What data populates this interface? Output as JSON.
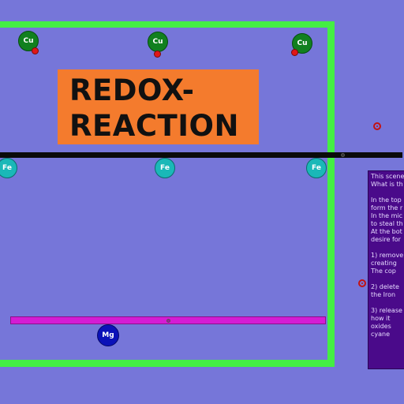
{
  "scene": {
    "title_line1": "REDOX-",
    "title_line2": "REACTION"
  },
  "atoms": {
    "cu_label": "Cu",
    "fe_label": "Fe",
    "mg_label": "Mg"
  },
  "info_panel": {
    "lines": [
      "This scene",
      "What is th",
      "",
      "In the top",
      "form the r",
      "In the mic",
      "to steal th",
      "At the bot",
      "desire for",
      "",
      "1) remove",
      "    creating",
      "    The cop",
      "",
      "2) delete",
      "    the Iron",
      "",
      "3) release",
      "    how it",
      "    oxides",
      "    cyane"
    ]
  },
  "colors": {
    "background": "#7676d9",
    "wall": "#44ee44",
    "title_box": "#f47b2d",
    "copper": "#11801f",
    "iron": "#1ab8b8",
    "magnesium": "#0b11b8",
    "electron": "#e01717",
    "magenta_bar": "#d41cd4",
    "info_panel": "#4a0a8a"
  }
}
